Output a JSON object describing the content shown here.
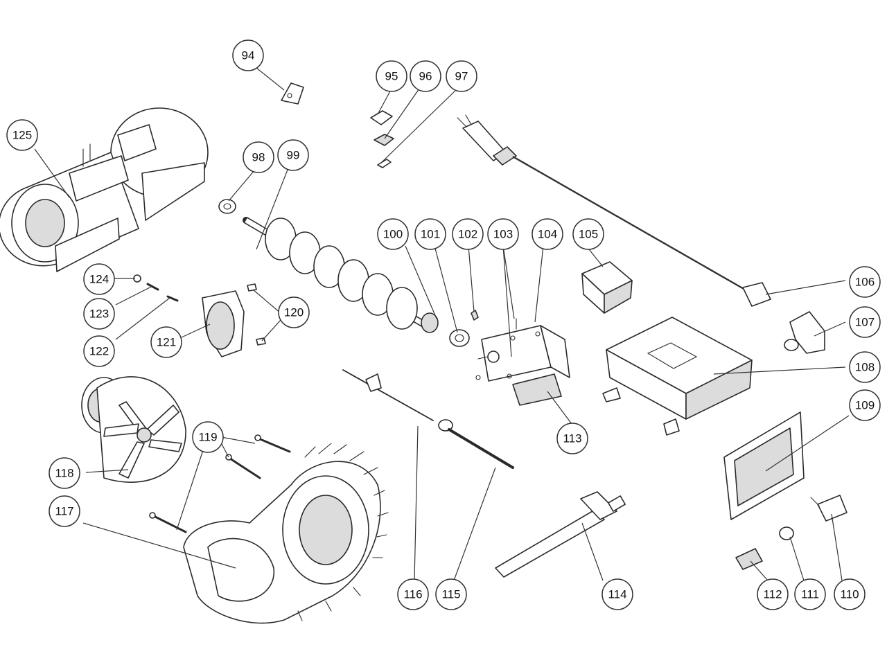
{
  "callouts": [
    "94",
    "95",
    "96",
    "97",
    "98",
    "99",
    "100",
    "101",
    "102",
    "103",
    "104",
    "105",
    "106",
    "107",
    "108",
    "109",
    "110",
    "111",
    "112",
    "113",
    "114",
    "115",
    "116",
    "117",
    "118",
    "119",
    "120",
    "121",
    "122",
    "123",
    "124",
    "125"
  ],
  "colors": {
    "line": "#2a2a2a",
    "shade": "#dcdcdc",
    "background": "#ffffff"
  }
}
